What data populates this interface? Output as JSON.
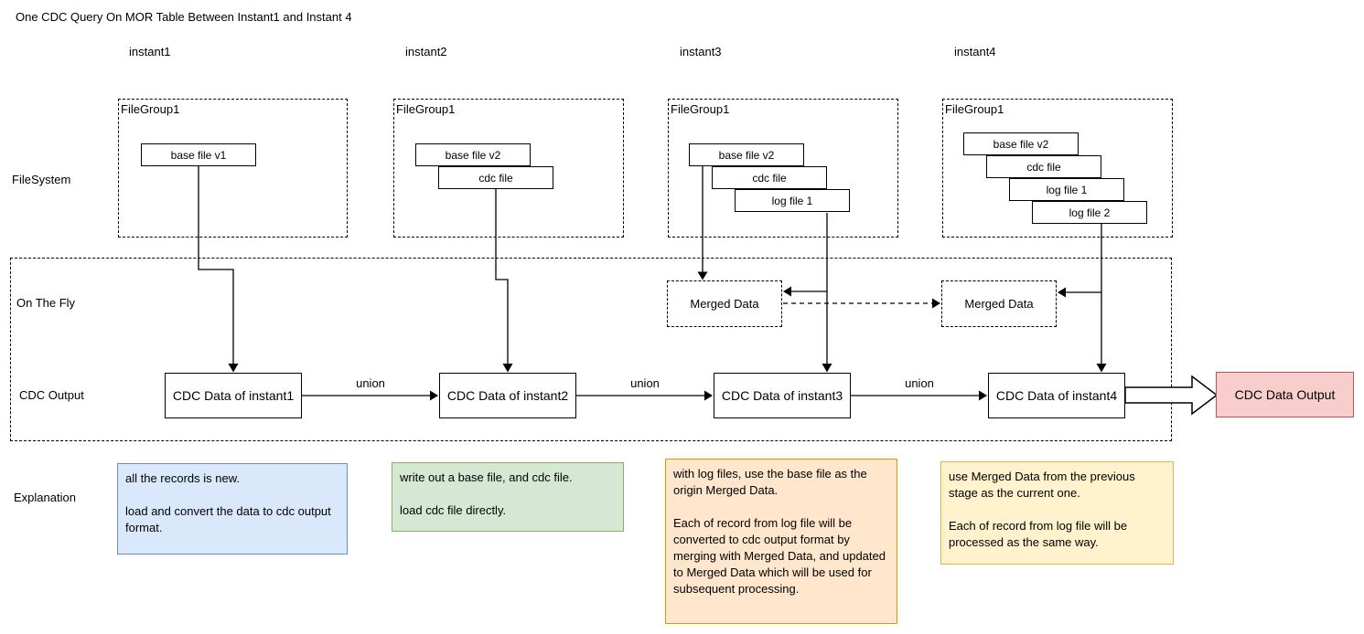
{
  "title": "One CDC Query On MOR Table Between Instant1 and Instant 4",
  "rows": {
    "filesystem": "FileSystem",
    "on_the_fly": "On The Fly",
    "cdc_output": "CDC Output",
    "explanation": "Explanation"
  },
  "union_label": "union",
  "merged_data": {
    "instant3": "Merged Data",
    "instant4": "Merged Data"
  },
  "output_box": {
    "label": "CDC Data Output"
  },
  "columns": [
    {
      "instant": "instant1",
      "filegroup": "FileGroup1",
      "files": [
        "base file v1"
      ],
      "cdc": "CDC Data of instant1",
      "explanation": {
        "paragraphs": [
          "all the records is new.",
          "load and convert the data to cdc output format."
        ]
      }
    },
    {
      "instant": "instant2",
      "filegroup": "FileGroup1",
      "files": [
        "base file v2",
        "cdc file"
      ],
      "cdc": "CDC Data of instant2",
      "explanation": {
        "paragraphs": [
          "write out a base file, and cdc file.",
          "load cdc file directly."
        ]
      }
    },
    {
      "instant": "instant3",
      "filegroup": "FileGroup1",
      "files": [
        "base file v2",
        "cdc file",
        "log file 1"
      ],
      "cdc": "CDC Data of instant3",
      "explanation": {
        "paragraphs": [
          "with log files, use the base file as the origin Merged Data.",
          "Each of record from log file will be converted to cdc output format by merging with Merged Data, and updated to Merged Data which will be used for subsequent processing."
        ]
      }
    },
    {
      "instant": "instant4",
      "filegroup": "FileGroup1",
      "files": [
        "base file v2",
        "cdc file",
        "log file 1",
        "log file 2"
      ],
      "cdc": "CDC Data of instant4",
      "explanation": {
        "paragraphs": [
          "use Merged Data from the previous stage as the current one.",
          "Each of record from log file will be processed as the same way."
        ]
      }
    }
  ],
  "colors": {
    "output_fill": "#f8cecc",
    "output_border": "#b85450",
    "explanation_1_fill": "#dae8fc",
    "explanation_1_border": "#6c8ebf",
    "explanation_2_fill": "#d5e8d4",
    "explanation_2_border": "#82b366",
    "explanation_3_fill": "#ffe6cc",
    "explanation_3_border": "#d79b00",
    "explanation_4_fill": "#fff2cc",
    "explanation_4_border": "#d6b656",
    "line_color": "#000000"
  }
}
